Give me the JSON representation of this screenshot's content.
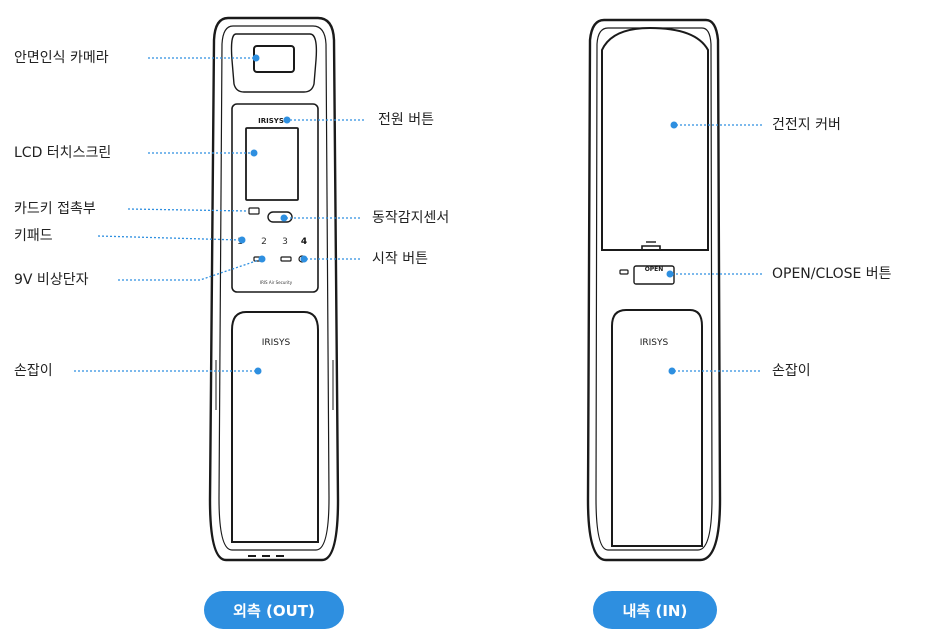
{
  "outer": {
    "labels": {
      "face_camera": "안면인식 카메라",
      "lcd": "LCD 터치스크린",
      "card_key": "카드키 접촉부",
      "keypad": "키패드",
      "battery_9v": "9V 비상단자",
      "handle": "손잡이",
      "power": "전원 버튼",
      "motion": "동작감지센서",
      "start": "시작 버튼"
    },
    "brand_top": "IRISYS",
    "brand_handle": "IRISYS",
    "keys": [
      "1",
      "2",
      "3",
      "4"
    ],
    "footer_print": "IRIS Air Security",
    "badge": "외측 (OUT)"
  },
  "inner": {
    "labels": {
      "battery_cover": "건전지 커버",
      "open_close": "OPEN/CLOSE 버튼",
      "handle": "손잡이"
    },
    "open_text": "OPEN",
    "brand_handle": "IRISYS",
    "badge": "내측 (IN)"
  },
  "colors": {
    "accent": "#2e8fe0",
    "leader_line": "#2e8fe0",
    "device_outline": "#1a1a1a"
  }
}
